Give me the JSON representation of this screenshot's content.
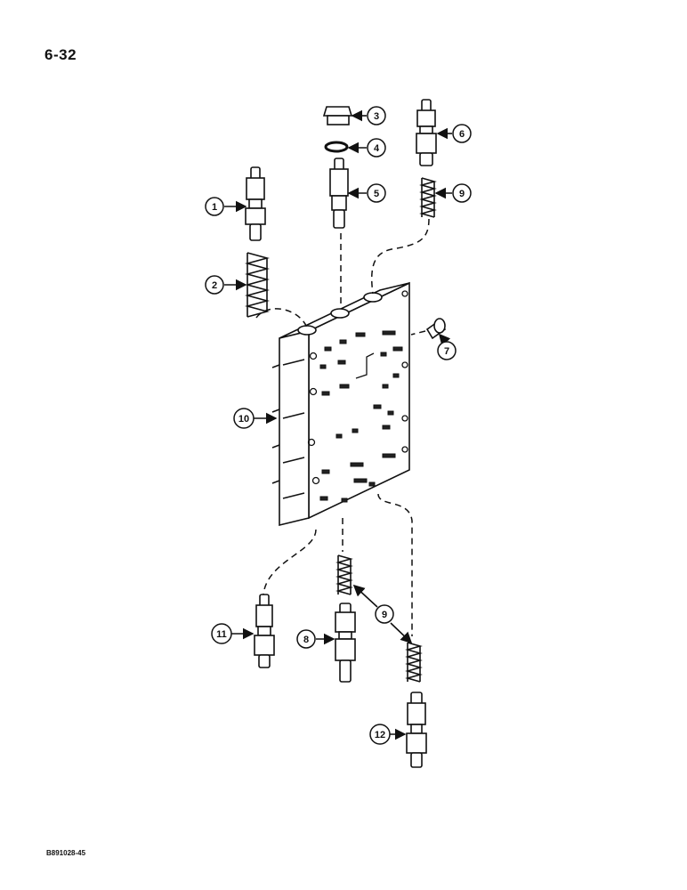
{
  "page_number": "6-32",
  "figure_code": "B891028-45",
  "callouts": [
    {
      "id": "c1",
      "label": "1"
    },
    {
      "id": "c2",
      "label": "2"
    },
    {
      "id": "c3",
      "label": "3"
    },
    {
      "id": "c4",
      "label": "4"
    },
    {
      "id": "c5",
      "label": "5"
    },
    {
      "id": "c6",
      "label": "6"
    },
    {
      "id": "c7",
      "label": "7"
    },
    {
      "id": "c9a",
      "label": "9"
    },
    {
      "id": "c10",
      "label": "10"
    },
    {
      "id": "c11",
      "label": "11"
    },
    {
      "id": "c8",
      "label": "8"
    },
    {
      "id": "c9b",
      "label": "9"
    },
    {
      "id": "c12",
      "label": "12"
    }
  ]
}
